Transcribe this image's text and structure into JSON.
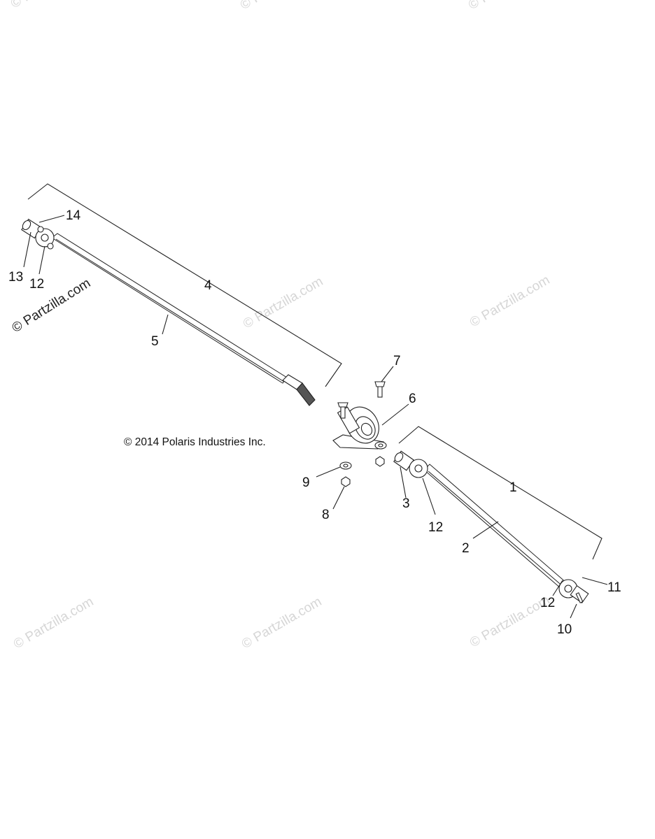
{
  "watermark_text": "© Partzilla.com",
  "main_watermark_text": "© Partzilla.com",
  "copyright": "© 2014 Polaris Industries Inc.",
  "callouts": [
    {
      "id": "c1",
      "label": "1"
    },
    {
      "id": "c2",
      "label": "2"
    },
    {
      "id": "c3",
      "label": "3"
    },
    {
      "id": "c4",
      "label": "4"
    },
    {
      "id": "c5",
      "label": "5"
    },
    {
      "id": "c6",
      "label": "6"
    },
    {
      "id": "c7",
      "label": "7"
    },
    {
      "id": "c8",
      "label": "8"
    },
    {
      "id": "c9",
      "label": "9"
    },
    {
      "id": "c10",
      "label": "10"
    },
    {
      "id": "c11",
      "label": "11"
    },
    {
      "id": "c12a",
      "label": "12"
    },
    {
      "id": "c12b",
      "label": "12"
    },
    {
      "id": "c12c",
      "label": "12"
    },
    {
      "id": "c13",
      "label": "13"
    },
    {
      "id": "c14",
      "label": "14"
    }
  ],
  "colors": {
    "line": "#222222",
    "watermark": "#d6d6d6",
    "background": "#ffffff"
  }
}
